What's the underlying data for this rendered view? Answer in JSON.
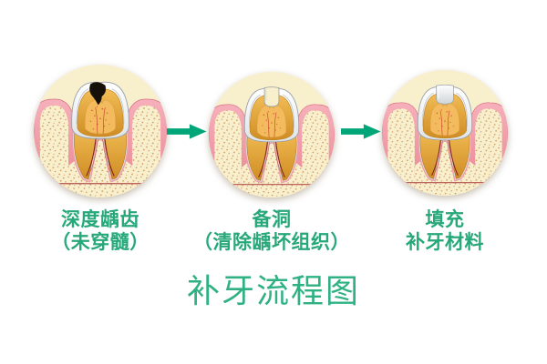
{
  "title": {
    "text": "补牙流程图"
  },
  "stages": [
    {
      "graphic": "tooth-with-deep-caries",
      "label_line1": "深度龋齿",
      "label_line2": "（未穿髓）"
    },
    {
      "graphic": "tooth-with-prepared-cavity",
      "label_line1": "备洞",
      "label_line2": "（清除龋坏组织）"
    },
    {
      "graphic": "tooth-with-filling",
      "label_line1": "填充",
      "label_line2": "补牙材料"
    }
  ],
  "arrows": [
    {
      "icon": "arrow-right"
    },
    {
      "icon": "arrow-right"
    }
  ],
  "colors": {
    "label_green": "#27a87a",
    "title_green": "#2fb183",
    "arrow_green": "#00a678",
    "circle_background": "#f8efcd",
    "gum_pink_light": "#f6b0bb",
    "gum_pink_dark": "#e8808f",
    "gum_edge": "#d97183",
    "bone_speckle": "#cf9055",
    "enamel_white": "#ffffff",
    "enamel_shade": "#dfe4e7",
    "enamel_edge": "#99a1a9",
    "dentin_light": "#f2bd55",
    "dentin_dark": "#cf8d24",
    "dentin_edge": "#b5762a",
    "pulp_orange": "#f3ba5e",
    "pulp_dot": "#cc5a28",
    "root_canal_red": "#7c1d1d",
    "ligament_pink": "#ef9ca8",
    "cementum_white": "#dfe5e8",
    "caries_black": "#15100a",
    "filling_light": "#ffffff",
    "filling_gray": "#cfd4d6",
    "baseline_red": "#a93636"
  }
}
